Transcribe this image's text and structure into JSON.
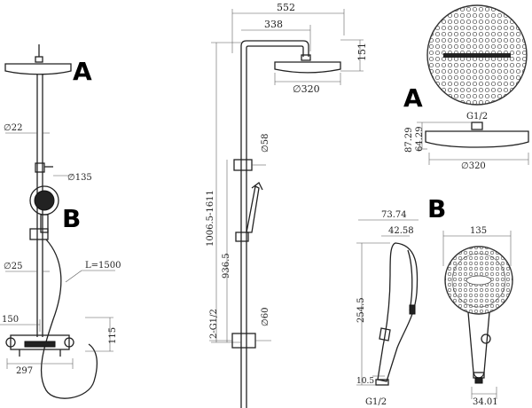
{
  "labels": {
    "A_main": "A",
    "B_main": "B",
    "A_detail": "A",
    "B_detail": "B"
  },
  "dimensions": {
    "rod_dia": "∅22",
    "handshower_dia": "∅135",
    "pipe_dia": "∅25",
    "hose_length": "L=1500",
    "mixer_width": "150",
    "mixer_span": "297",
    "mixer_height": "115",
    "arm_total": "552",
    "arm_reach": "338",
    "head_height": "151",
    "head_dia": "∅320",
    "upper_pipe_dia": "∅58",
    "lower_pipe_dia": "∅60",
    "height_range": "1006.5-1611",
    "height_fixed": "936.5",
    "inlet_thread": "2-G1/2",
    "head_connection": "G1/2",
    "head_thickness_a": "87.29",
    "head_thickness_b": "64.29",
    "head_detail_dia": "∅320",
    "hand_depth_a": "73.74",
    "hand_depth_b": "42.58",
    "hand_length": "254.5",
    "hand_tip": "10.5",
    "hand_thread": "G1/2",
    "hand_width": "135",
    "hand_neck": "34.01"
  },
  "colors": {
    "line": "#222222",
    "dimension": "#555555"
  }
}
